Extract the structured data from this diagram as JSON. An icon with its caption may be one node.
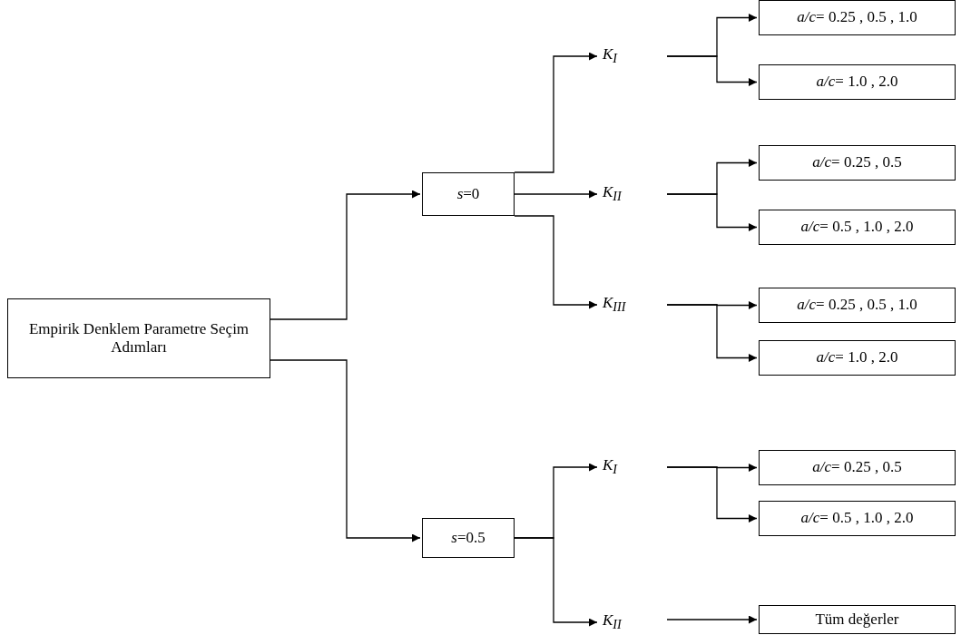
{
  "diagram": {
    "nodes": [
      {
        "text": [
          "Empirik Denklem Parametre Seçim Adımları"
        ]
      },
      {
        "text": [
          "*s*=0"
        ]
      },
      {
        "text": [
          "K$_{I}$"
        ]
      },
      {
        "text": [
          "*a/c*= 0.25 , 0.5 , 1.0"
        ]
      },
      {
        "text": [
          "*a/c*= 1.0 , 2.0"
        ]
      },
      {
        "text": [
          "K$_{II}$"
        ]
      },
      {
        "text": [
          "*a/c*= 0.25 , 0.5"
        ]
      },
      {
        "text": [
          "*a/c*= 0.5 , 1.0 , 2.0"
        ]
      },
      {
        "text": [
          "K$_{III}$"
        ]
      },
      {
        "text": [
          "*a/c*= 0.25 , 0.5 , 1.0"
        ]
      },
      {
        "text": [
          "*a/c*= 1.0 , 2.0"
        ]
      },
      {
        "text": [
          "*s*=0.5"
        ]
      },
      {
        "text": [
          "K$_{I}$"
        ]
      },
      {
        "text": [
          "*a/c*= 0.25 , 0.5"
        ]
      },
      {
        "text": [
          "*a/c*= 0.5 , 1.0 , 2.0"
        ]
      },
      {
        "text": [
          "K$_{II}$"
        ]
      },
      {
        "text": [
          "Tüm değerler"
        ]
      }
    ],
    "edges": [
      {
        "from": 0,
        "to": 1,
        "arrow": "to"
      },
      {
        "from": 0,
        "to": 11,
        "arrow": "to"
      },
      {
        "from": 1,
        "to": 2,
        "arrow": "to"
      },
      {
        "from": 1,
        "to": 5,
        "arrow": "to"
      },
      {
        "from": 1,
        "to": 8,
        "arrow": "to"
      },
      {
        "from": 2,
        "to": 3,
        "arrow": "to"
      },
      {
        "from": 2,
        "to": 4,
        "arrow": "to"
      },
      {
        "from": 5,
        "to": 6,
        "arrow": "to"
      },
      {
        "from": 5,
        "to": 7,
        "arrow": "to"
      },
      {
        "from": 8,
        "to": 9,
        "arrow": "to"
      },
      {
        "from": 8,
        "to": 10,
        "arrow": "to"
      },
      {
        "from": 11,
        "to": 12,
        "arrow": "to"
      },
      {
        "from": 11,
        "to": 15,
        "arrow": "to"
      },
      {
        "from": 12,
        "to": 13,
        "arrow": "to"
      },
      {
        "from": 12,
        "to": 14,
        "arrow": "to"
      },
      {
        "from": 15,
        "to": 16,
        "arrow": "to"
      }
    ]
  }
}
